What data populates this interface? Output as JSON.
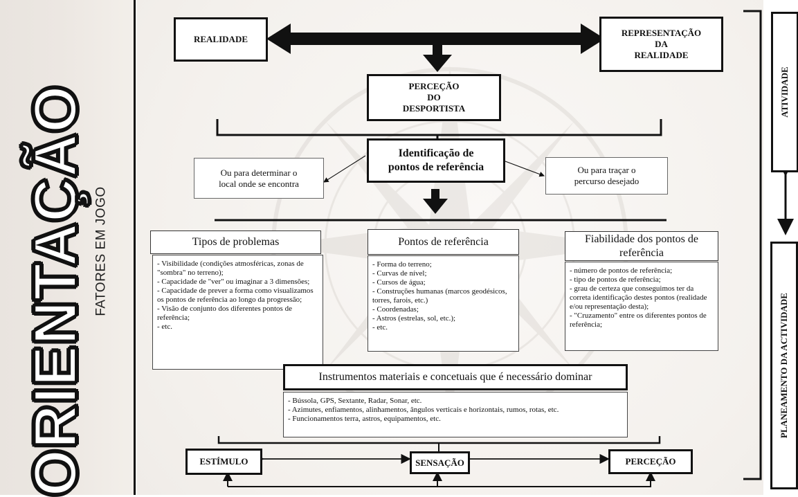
{
  "side": {
    "main_title": "ORIENTAÇÃO",
    "subtitle": "FATORES EM JOGO"
  },
  "top": {
    "left_box": "REALIDADE",
    "right_box_lines": [
      "REPRESENTAÇÃO",
      "DA",
      "REALIDADE"
    ],
    "center_box_lines": [
      "PERCEÇÃO",
      "DO",
      "DESPORTISTA"
    ]
  },
  "identification": {
    "center_lines": [
      "Identificação de",
      "pontos de referência"
    ],
    "left_lines": [
      "Ou para determinar o",
      "local onde se encontra"
    ],
    "right_lines": [
      "Ou para traçar o",
      "percurso desejado"
    ]
  },
  "sections": {
    "problems": {
      "title": "Tipos de problemas",
      "items": [
        "- Visibilidade (condições atmosféricas, zonas de \"sombra\" no terreno);",
        "- Capacidade de \"ver\" ou imaginar a 3 dimensões;",
        "- Capacidade de prever a forma como visualizamos os pontos de referência ao longo da progressão;",
        "- Visão de conjunto dos diferentes pontos de referência;",
        "- etc."
      ]
    },
    "reference_points": {
      "title": "Pontos de referência",
      "items": [
        "- Forma do terreno;",
        "- Curvas de nível;",
        "- Cursos de água;",
        "- Construções humanas (marcos geodésicos, torres, farois, etc.)",
        "- Coordenadas;",
        "- Astros (estrelas, sol, etc.);",
        "- etc."
      ]
    },
    "reliability": {
      "title_lines": [
        "Fiabilidade dos pontos de",
        "referência"
      ],
      "items": [
        "- número de pontos de referência;",
        "- tipo de pontos de referência;",
        "- grau de certeza que conseguimos ter da correta identificação destes pontos (realidade e/ou representação desta);",
        "- \"Cruzamento\" entre os diferentes pontos de referência;"
      ]
    },
    "instruments": {
      "title": "Instrumentos materiais e concetuais que é necessário dominar",
      "items": [
        "- Bússola, GPS, Sextante, Radar, Sonar, etc.",
        "- Azimutes, enfiamentos, alinhamentos, ângulos verticais e horizontais, rumos, rotas, etc.",
        "- Funcionamentos terra, astros, equipamentos, etc."
      ]
    }
  },
  "bottom": {
    "stimulus": "ESTÍMULO",
    "sensation": "SENSAÇÃO",
    "perception": "PERCEÇÃO"
  },
  "right_side": {
    "activity": "ATIVIDADE",
    "planning": "PLANEAMENTO DA ACTIVIDADE"
  },
  "colors": {
    "ink": "#111111",
    "background": "#f4f1ed",
    "box": "#ffffff"
  }
}
